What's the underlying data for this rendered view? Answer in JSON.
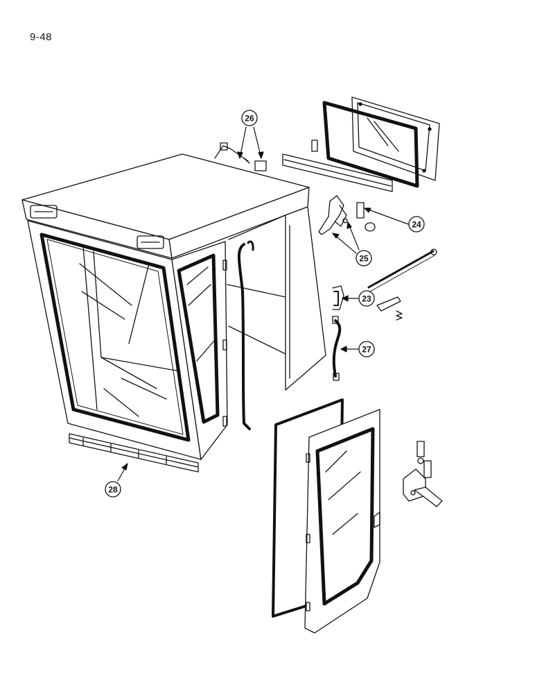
{
  "page_number": "9-48",
  "callouts": {
    "c23": "23",
    "c24": "24",
    "c25": "25",
    "c26": "26",
    "c27": "27",
    "c28": "28"
  },
  "colors": {
    "ink": "#111111",
    "paper": "#ffffff"
  }
}
